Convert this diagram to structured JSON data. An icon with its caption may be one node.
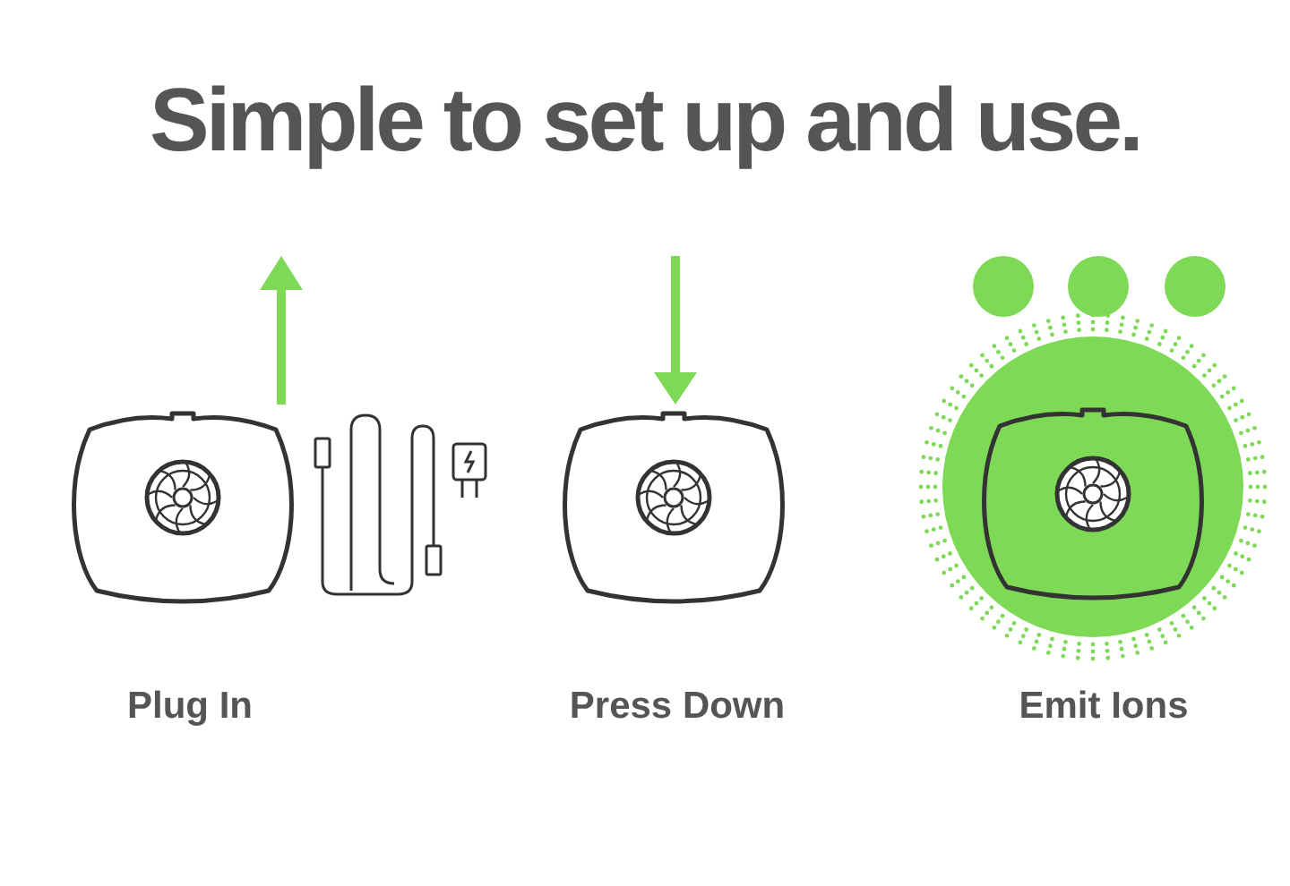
{
  "diagram": {
    "title": "Simple to set up and use.",
    "labels": [
      "Plug In",
      "Press Down",
      "Emit Ions"
    ]
  }
}
